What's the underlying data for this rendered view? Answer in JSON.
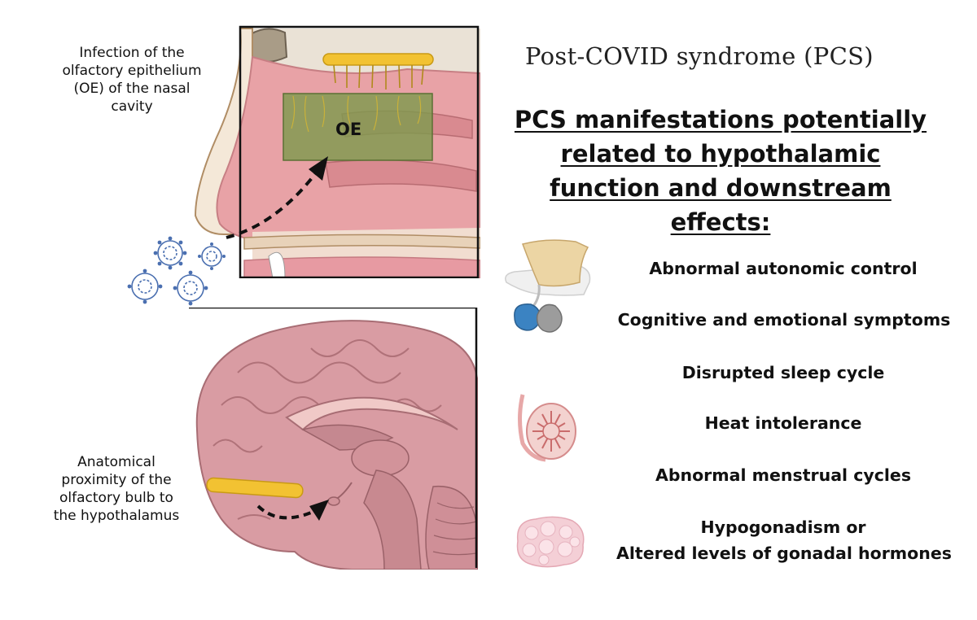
{
  "left": {
    "nasal_label": [
      "Infection of the",
      "olfactory epithelium",
      "(OE) of the nasal",
      "cavity"
    ],
    "oe_label": "OE",
    "brain_label": [
      "Anatomical",
      "proximity of the",
      "olfactory bulb to",
      "the hypothalamus"
    ]
  },
  "right": {
    "title": "Post-COVID syndrome (PCS)",
    "heading": [
      "PCS manifestations potentially",
      "related to hypothalamic",
      "function and downstream",
      "effects:"
    ],
    "items": [
      "Abnormal autonomic control",
      "Cognitive and emotional symptoms",
      "Disrupted sleep cycle",
      "Heat intolerance",
      "Abnormal menstrual cycles",
      "Hypogonadism or",
      "Altered levels of gonadal hormones"
    ]
  },
  "icons": {
    "virus": "virus-icon",
    "pituitary": "pituitary-gland-icon",
    "testis": "testis-icon",
    "ovary": "ovary-icon"
  },
  "colors": {
    "tissue_pink": "#e8a2a6",
    "brain_pink": "#d99ca3",
    "epithelium_green": "#7f9a4e",
    "nerve_yellow": "#f2c232",
    "virus_blue": "#4a6fb0"
  }
}
